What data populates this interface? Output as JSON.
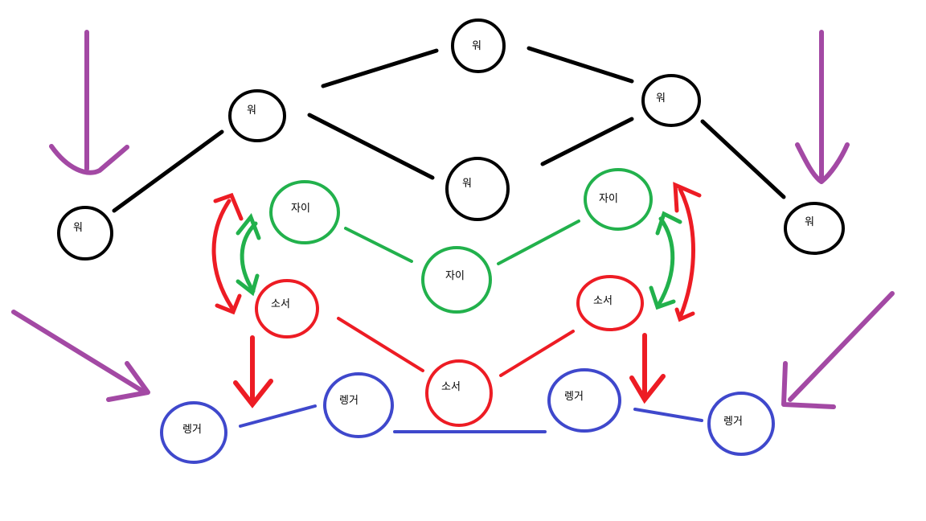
{
  "colors": {
    "wo": "#000000",
    "jai": "#22b14c",
    "sosuh": "#ed1c24",
    "rengeo": "#3f48cc",
    "arrow": "#a349a4"
  },
  "nodes": {
    "wo_top": "워",
    "wo_left_mid": "워",
    "wo_right_mid": "워",
    "wo_center": "워",
    "wo_far_left": "워",
    "wo_far_right": "워",
    "jai_left": "자이",
    "jai_center": "자이",
    "jai_right": "자이",
    "sosuh_left": "소서",
    "sosuh_center": "소서",
    "sosuh_right": "소서",
    "rengeo_far_left": "렝거",
    "rengeo_left": "렝거",
    "rengeo_right": "렝거",
    "rengeo_far_right": "렝거"
  }
}
